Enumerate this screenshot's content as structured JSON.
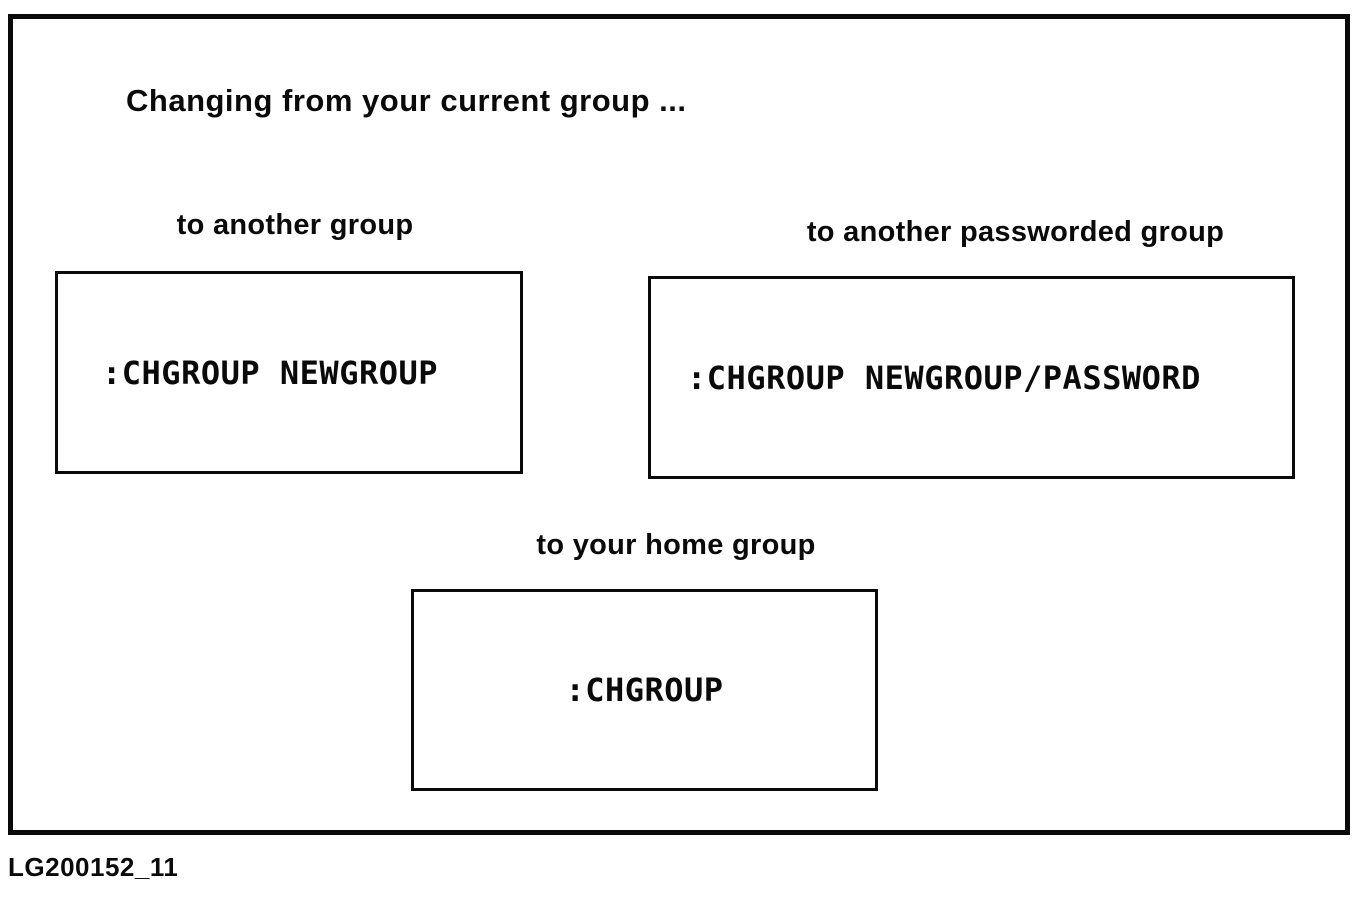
{
  "figure": {
    "title": "Changing from your current group ...",
    "boxes": [
      {
        "label": "to another group",
        "command": ":CHGROUP NEWGROUP"
      },
      {
        "label": "to another passworded group",
        "command": ":CHGROUP NEWGROUP/PASSWORD"
      },
      {
        "label": "to your home group",
        "command": ":CHGROUP"
      }
    ],
    "caption": "LG200152_11",
    "colors": {
      "ink": "#0a0a0a",
      "paper": "#ffffff"
    }
  }
}
